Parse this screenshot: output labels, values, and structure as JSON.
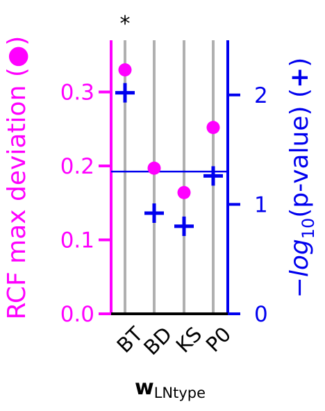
{
  "chart_data": {
    "type": "scatter",
    "categories": [
      "BT",
      "BD",
      "KS",
      "P0"
    ],
    "xlabel_main": "w",
    "xlabel_sub": "LNtype",
    "left_axis": {
      "label": "RCF max deviation (●)",
      "ylim": [
        0.0,
        0.37
      ],
      "ticks": [
        0.0,
        0.1,
        0.2,
        0.3
      ],
      "tick_labels": [
        "0.0",
        "0.1",
        "0.2",
        "0.3"
      ],
      "color": "#ff00ff"
    },
    "right_axis": {
      "label_prefix": "−",
      "label_log": "log",
      "label_sub": "10",
      "label_rest": "(p-value) (",
      "label_marker": "+",
      "label_close": ")",
      "ylim": [
        0,
        2.5
      ],
      "ticks": [
        0,
        1,
        2
      ],
      "tick_labels": [
        "0",
        "1",
        "2"
      ],
      "color": "#0000ee"
    },
    "series": [
      {
        "marker": "circle",
        "axis": "left",
        "color": "#ff00ff",
        "values": [
          0.33,
          0.197,
          0.164,
          0.252
        ]
      },
      {
        "marker": "plus",
        "axis": "right",
        "color": "#0000ee",
        "values": [
          2.02,
          0.92,
          0.8,
          1.26
        ]
      }
    ],
    "threshold_line": {
      "axis": "right",
      "value": 1.3,
      "color": "#0000ee"
    },
    "significance": [
      {
        "category": "BT",
        "text": "*"
      }
    ],
    "grid": "vertical",
    "grid_color": "#b0b0b0"
  }
}
